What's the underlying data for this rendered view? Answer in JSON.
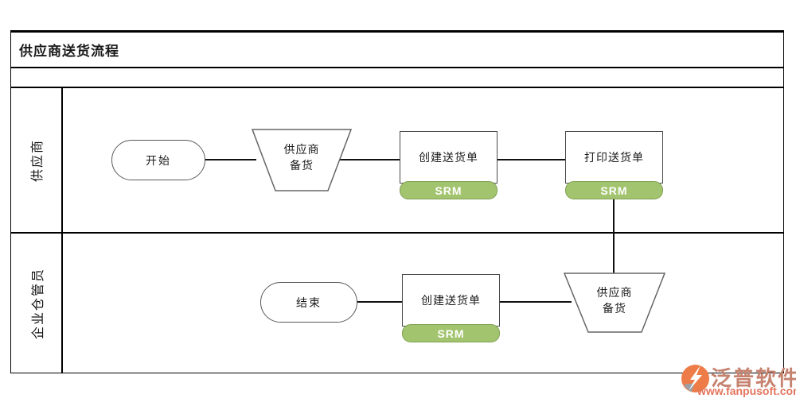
{
  "page": {
    "title": "供应商送货流程"
  },
  "lanes": [
    {
      "label": "供应商"
    },
    {
      "label": "企业仓管员"
    }
  ],
  "flow": {
    "start": {
      "label": "开始"
    },
    "prepare_top": {
      "line1": "供应商",
      "line2": "备货"
    },
    "create_note_top": {
      "label": "创建送货单",
      "badge": "SRM"
    },
    "print_note": {
      "label": "打印送货单",
      "badge": "SRM"
    },
    "prepare_bottom": {
      "line1": "供应商",
      "line2": "备货"
    },
    "create_note_bottom": {
      "label": "创建送货单",
      "badge": "SRM"
    },
    "end": {
      "label": "结束"
    }
  },
  "colors": {
    "badge_fill": "#a3c46f",
    "badge_border": "#7fa050",
    "badge_text": "#ffffff",
    "connector_line": "#111111",
    "shape_border": "#595959",
    "watermark_brand": "#c5826f",
    "watermark_url": "#e4745c",
    "logo_orange": "#ee7c48"
  },
  "watermark": {
    "brand": "泛普软件",
    "url": "www.fanpusoft.com"
  }
}
